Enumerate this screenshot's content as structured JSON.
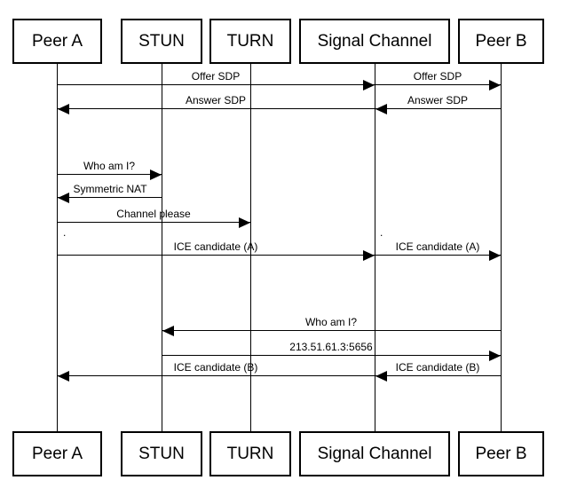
{
  "colors": {
    "background": "#ffffff",
    "line": "#000000",
    "box_fill": "#ffffff",
    "text": "#000000"
  },
  "actors": [
    {
      "label": "Peer A"
    },
    {
      "label": "STUN"
    },
    {
      "label": "TURN"
    },
    {
      "label": "Signal Channel"
    },
    {
      "label": "Peer B"
    }
  ],
  "messages": [
    {
      "label": "Offer SDP",
      "from": "Peer A",
      "to": "Signal Channel",
      "direction": "right"
    },
    {
      "label": "Offer SDP",
      "from": "Signal Channel",
      "to": "Peer B",
      "direction": "right"
    },
    {
      "label": "Answer SDP",
      "from": "Signal Channel",
      "to": "Peer A",
      "direction": "left"
    },
    {
      "label": "Answer SDP",
      "from": "Peer B",
      "to": "Signal Channel",
      "direction": "left"
    },
    {
      "label": "Who am I?",
      "from": "Peer A",
      "to": "STUN",
      "direction": "right"
    },
    {
      "label": "Symmetric NAT",
      "from": "STUN",
      "to": "Peer A",
      "direction": "left"
    },
    {
      "label": "Channel please",
      "from": "Peer A",
      "to": "TURN",
      "direction": "right"
    },
    {
      "label": "ICE candidate (A)",
      "from": "Peer A",
      "to": "Signal Channel",
      "direction": "right"
    },
    {
      "label": "ICE candidate (A)",
      "from": "Signal Channel",
      "to": "Peer B",
      "direction": "right"
    },
    {
      "label": "Who am I?",
      "from": "Peer B",
      "to": "STUN",
      "direction": "left"
    },
    {
      "label": "213.51.61.3:5656",
      "from": "STUN",
      "to": "Peer B",
      "direction": "right"
    },
    {
      "label": "ICE candidate (B)",
      "from": "Signal Channel",
      "to": "Peer A",
      "direction": "left"
    },
    {
      "label": "ICE candidate (B)",
      "from": "Peer B",
      "to": "Signal Channel",
      "direction": "left"
    }
  ],
  "ellipsis": {
    "glyph": "."
  }
}
